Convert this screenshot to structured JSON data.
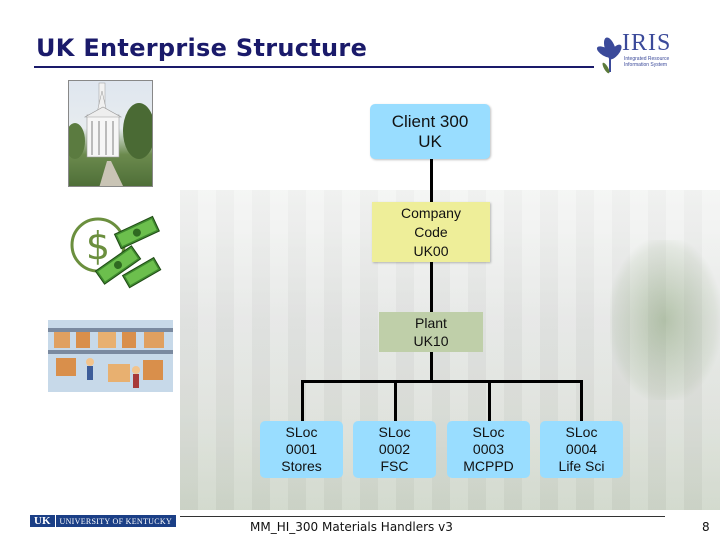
{
  "slide": {
    "title": "UK Enterprise Structure",
    "footer_text": "MM_HI_300 Materials Handlers v3",
    "page_number": "8"
  },
  "logos": {
    "iris_text": "IRIS",
    "iris_subtitle": "Integrated Resource Information System",
    "uk_mark": "UK",
    "university_name": "UNIVERSITY OF KENTUCKY"
  },
  "colors": {
    "title": "#1a1a6a",
    "client_node": "#99ddff",
    "company_node": "#eeee99",
    "plant_node": "#bfcfa9",
    "sloc_node": "#99ddff",
    "connector": "#000000"
  },
  "icons": [
    "campus-building-photo-icon",
    "money-dollar-icon",
    "warehouse-workers-icon",
    "iris-flower-icon"
  ],
  "hierarchy": {
    "client": {
      "label": "Client 300\nUK"
    },
    "company_code": {
      "label": "Company\nCode\nUK00"
    },
    "plant": {
      "label": "Plant\nUK10"
    },
    "storage_locations": [
      {
        "label": "SLoc\n0001\nStores"
      },
      {
        "label": "SLoc\n0002\nFSC"
      },
      {
        "label": "SLoc\n0003\nMCPPD"
      },
      {
        "label": "SLoc\n0004\nLife Sci"
      }
    ]
  }
}
